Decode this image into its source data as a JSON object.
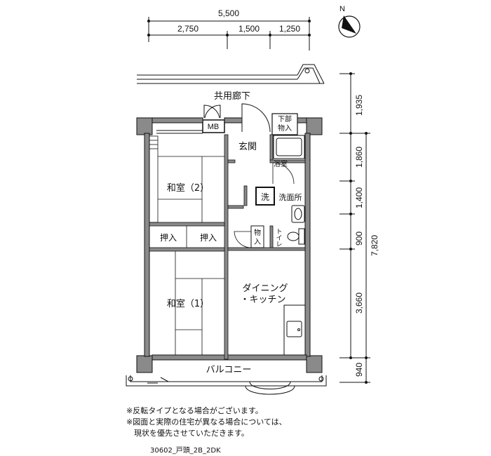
{
  "dimensions": {
    "top_total": "5,500",
    "top_parts": [
      "2,750",
      "1,500",
      "1,250"
    ],
    "right_parts": [
      "1,935",
      "1,860",
      "1,400",
      "900",
      "3,660",
      "940"
    ],
    "right_total": "7,820"
  },
  "compass": {
    "label": "N"
  },
  "rooms": {
    "corridor": "共用廊下",
    "mb": "MB",
    "storage_lower_1": "下部",
    "storage_lower_2": "物入",
    "entrance": "玄関",
    "bath": "浴室",
    "washer": "洗",
    "washroom": "洗面所",
    "tatami2": "和室（2）",
    "closet_a": "押入",
    "closet_b": "押入",
    "storage_1": "物",
    "storage_2": "入",
    "toilet_1": "ト",
    "toilet_2": "イ",
    "toilet_3": "レ",
    "dining_1": "ダイニング",
    "dining_2": "・キッチン",
    "tatami1": "和室（1）",
    "balcony": "バルコニー"
  },
  "notes": [
    "※反転タイプとなる場合がございます。",
    "※図面と実際の住宅が異なる場合については、",
    "　現状を優先させていただきます。"
  ],
  "plan_code": "30602_戸頭_2B_2DK"
}
